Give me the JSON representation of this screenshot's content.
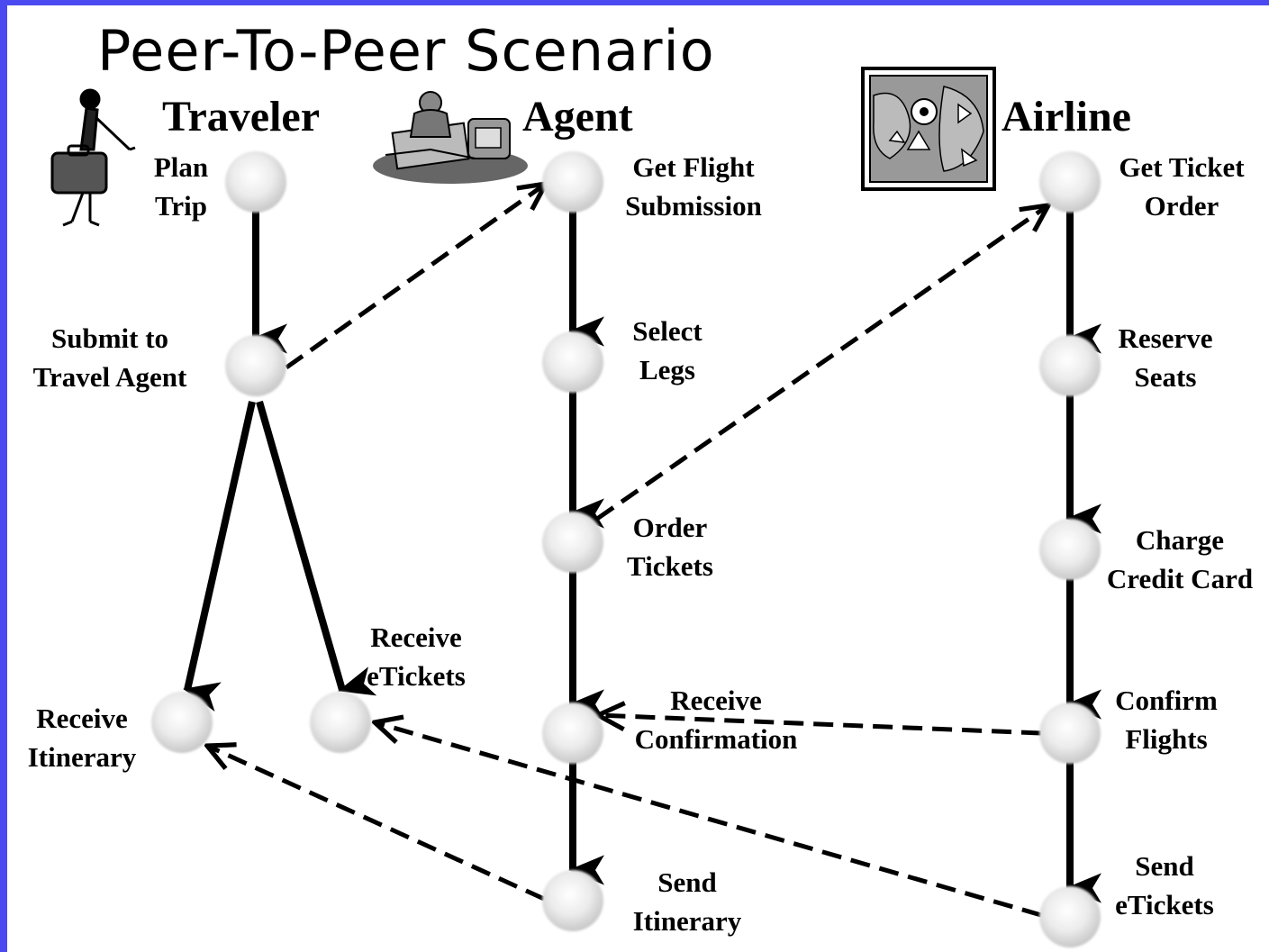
{
  "title": "Peer-To-Peer Scenario",
  "lanes": {
    "traveler": "Traveler",
    "agent": "Agent",
    "airline": "Airline"
  },
  "steps": {
    "plan_trip": [
      "Plan",
      "Trip"
    ],
    "submit_agent": [
      "Submit to",
      "Travel Agent"
    ],
    "receive_itinerary": [
      "Receive",
      "Itinerary"
    ],
    "receive_etickets": [
      "Receive",
      "eTickets"
    ],
    "get_flight_submission": [
      "Get Flight",
      "Submission"
    ],
    "select_legs": [
      "Select",
      "Legs"
    ],
    "order_tickets": [
      "Order",
      "Tickets"
    ],
    "receive_confirmation": [
      "Receive",
      "Confirmation"
    ],
    "send_itinerary": [
      "Send",
      "Itinerary"
    ],
    "get_ticket_order": [
      "Get Ticket",
      "Order"
    ],
    "reserve_seats": [
      "Reserve",
      "Seats"
    ],
    "charge_card": [
      "Charge",
      "Credit Card"
    ],
    "confirm_flights": [
      "Confirm",
      "Flights"
    ],
    "send_etickets": [
      "Send",
      "eTickets"
    ]
  },
  "icons": {
    "traveler": "traveler-with-suitcase-icon",
    "agent": "travel-agent-desk-icon",
    "airline": "airline-map-icon"
  },
  "colors": {
    "border": "#4a4af0",
    "node_fill": "#e6e6e6",
    "line": "#000000"
  }
}
